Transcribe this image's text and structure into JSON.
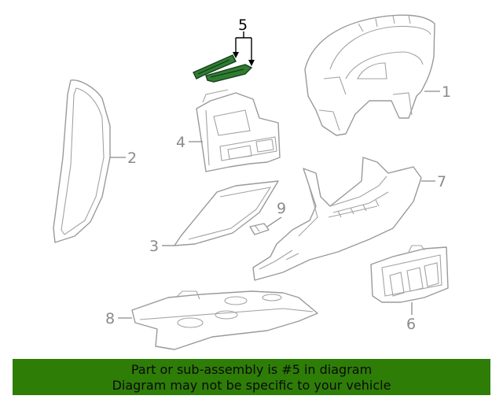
{
  "callouts": {
    "c1": "1",
    "c2": "2",
    "c3": "3",
    "c4": "4",
    "c5": "5",
    "c6": "6",
    "c7": "7",
    "c8": "8",
    "c9": "9"
  },
  "highlight_color": "#2e7d32",
  "banner": {
    "line1": "Part or sub-assembly is #5 in diagram",
    "line2": "Diagram may not be specific to your vehicle",
    "background": "#2e7d07"
  }
}
